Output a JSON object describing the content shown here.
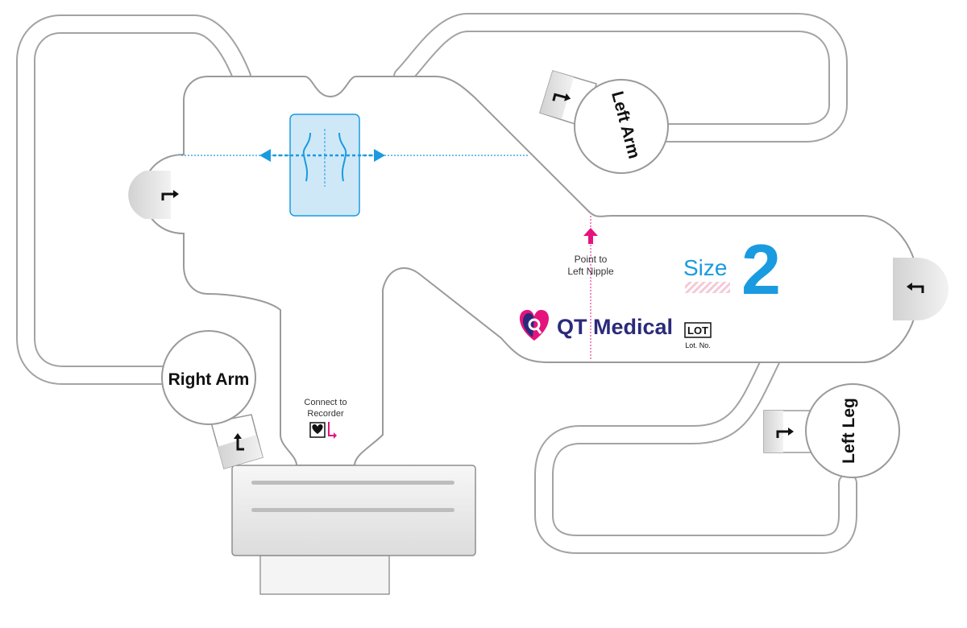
{
  "electrodes": {
    "right_arm": "Right Arm",
    "left_arm": "Left Arm",
    "left_leg": "Left Leg"
  },
  "nipple_guide": {
    "line1": "Point to",
    "line2": "Left Nipple"
  },
  "size": {
    "label": "Size",
    "number": "2"
  },
  "brand": {
    "name": "QT Medical"
  },
  "lot": {
    "badge": "LOT",
    "caption": "Lot. No."
  },
  "connector": {
    "line1": "Connect to",
    "line2": "Recorder"
  },
  "icons": {
    "torso": "torso-alignment-icon",
    "tab_arrow": "tab-arrow-icon",
    "heart": "heart-box-icon",
    "lightning": "lightning-icon",
    "logo": "qt-medical-heart-logo"
  },
  "colors": {
    "accent_blue": "#1a9be0",
    "magenta": "#e5147d",
    "brand_navy": "#2b2a7a",
    "outline_gray": "#9a9a9a"
  }
}
